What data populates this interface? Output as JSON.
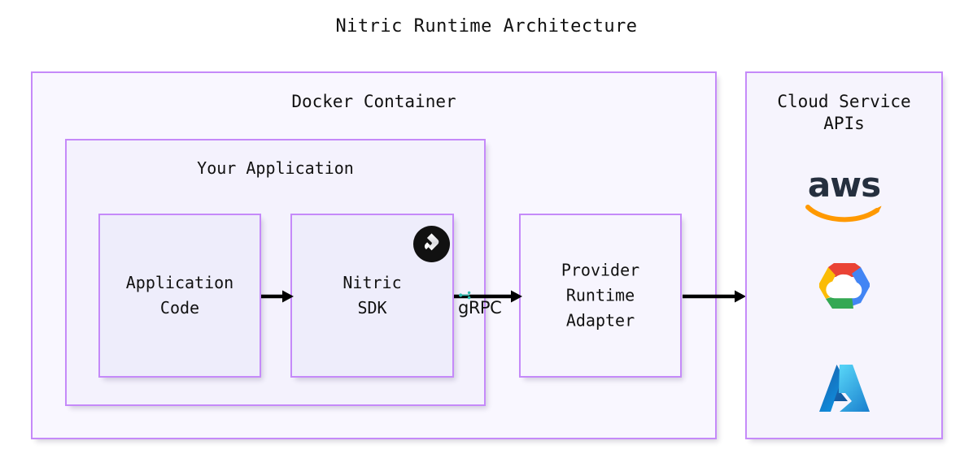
{
  "title": "Nitric Runtime Architecture",
  "boxes": {
    "docker_container": {
      "label": "Docker Container"
    },
    "your_application": {
      "label": "Your Application"
    },
    "application_code": {
      "label": "Application\nCode"
    },
    "nitric_sdk": {
      "label": "Nitric\nSDK"
    },
    "provider_runtime_adapter": {
      "label": "Provider\nRuntime\nAdapter"
    },
    "cloud_service_apis": {
      "label": "Cloud Service\nAPIs"
    }
  },
  "edges": {
    "app_to_sdk": {
      "label": ""
    },
    "sdk_to_adapter": {
      "label": "gRPC"
    },
    "adapter_to_cloud": {
      "label": ""
    }
  },
  "cloud_logos": [
    {
      "id": "aws",
      "name": "aws",
      "wordmark": "aws"
    },
    {
      "id": "gcp",
      "name": "Google Cloud",
      "wordmark": ""
    },
    {
      "id": "azure",
      "name": "Microsoft Azure",
      "wordmark": ""
    }
  ],
  "icons": {
    "nitric_badge": "nitric-logo-icon",
    "grpc_mark": "grpc-logo-icon",
    "aws_logo": "aws-logo-icon",
    "gcp_logo": "google-cloud-logo-icon",
    "azure_logo": "azure-logo-icon"
  },
  "colors": {
    "box_border": "#c58af9",
    "box_fill": "#f4f2fd",
    "canvas": "#ffffff",
    "arrow": "#000000",
    "aws_orange": "#ff9900",
    "aws_navy": "#252f3e",
    "grpc_teal": "#2dbcaf",
    "gcp_red": "#ea4335",
    "gcp_yellow": "#fbbc05",
    "gcp_green": "#34a853",
    "gcp_blue": "#4285f4",
    "azure_blue": "#0078d4",
    "azure_cyan": "#50c7f0"
  }
}
